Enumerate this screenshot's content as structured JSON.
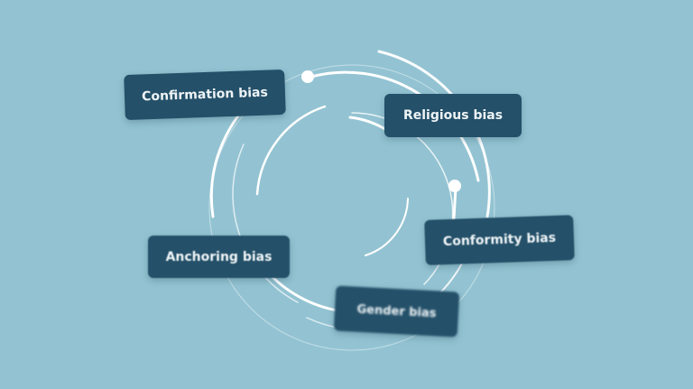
{
  "background_color": "#93c3d2",
  "tag_color": "#245069",
  "ring_color": "#ffffff",
  "tags": [
    {
      "label": "Confirmation bias"
    },
    {
      "label": "Religious bias"
    },
    {
      "label": "Conformity bias"
    },
    {
      "label": "Anchoring bias"
    },
    {
      "label": "Gender bias"
    }
  ]
}
